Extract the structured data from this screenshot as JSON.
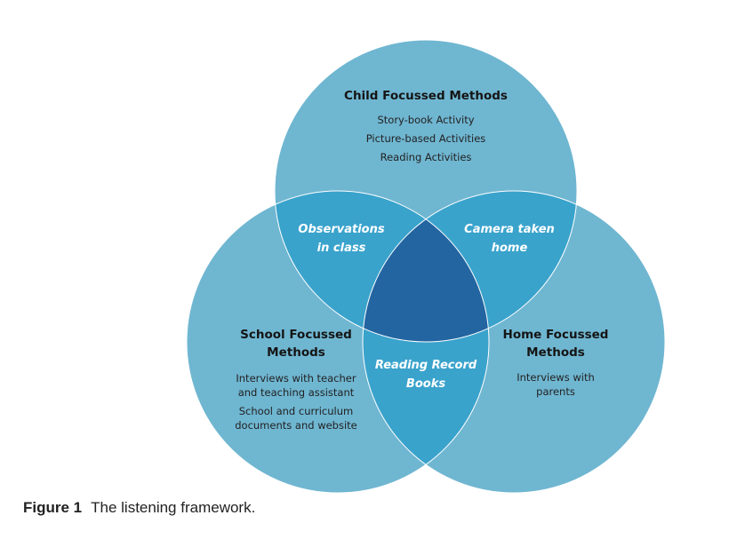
{
  "diagram": {
    "colors": {
      "single": "#6fb6d1",
      "pair": "#3aa3cc",
      "center": "#2365a1",
      "outline": "#ffffff"
    },
    "circles": {
      "child": {
        "title": "Child Focussed Methods",
        "items": [
          "Story-book Activity",
          "Picture-based Activities",
          "Reading Activities"
        ]
      },
      "school": {
        "title_lines": [
          "School Focussed",
          "Methods"
        ],
        "items": [
          "Interviews with teacher",
          "and teaching assistant",
          "School and curriculum",
          "documents and website"
        ]
      },
      "home": {
        "title_lines": [
          "Home Focussed",
          "Methods"
        ],
        "items": [
          "Interviews with",
          "parents"
        ]
      }
    },
    "overlaps": {
      "child_school": [
        "Observations",
        "in class"
      ],
      "child_home": [
        "Camera taken",
        "home"
      ],
      "school_home": [
        "Reading Record",
        "Books"
      ]
    }
  },
  "caption": {
    "label": "Figure 1",
    "text": "The listening framework."
  }
}
